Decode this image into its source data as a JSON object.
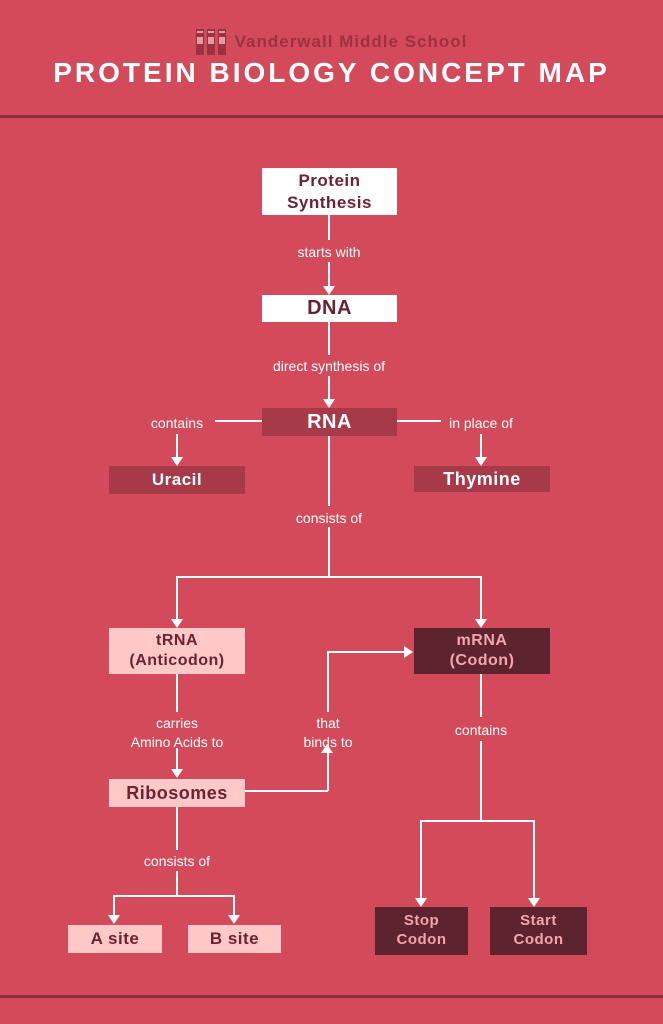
{
  "header": {
    "school_name": "Vanderwall Middle School",
    "title": "PROTEIN BIOLOGY CONCEPT MAP"
  },
  "colors": {
    "background": "#d34a5a",
    "divider": "#8e2e3d",
    "school_color": "#9d3140",
    "node_white_bg": "#ffffff",
    "node_mid_bg": "#a63a49",
    "node_dark_bg": "#5d2430",
    "node_pink_bg": "#ffc9c8",
    "text_maroon": "#6e2130",
    "text_pink": "#f2a6ab",
    "connector": "#ffffff"
  },
  "nodes": {
    "protein_synthesis": {
      "line1": "Protein",
      "line2": "Synthesis"
    },
    "dna": {
      "label": "DNA"
    },
    "rna": {
      "label": "RNA"
    },
    "uracil": {
      "label": "Uracil"
    },
    "thymine": {
      "label": "Thymine"
    },
    "trna": {
      "line1": "tRNA",
      "line2": "(Anticodon)"
    },
    "mrna": {
      "line1": "mRNA",
      "line2": "(Codon)"
    },
    "ribosomes": {
      "label": "Ribosomes"
    },
    "a_site": {
      "label": "A site"
    },
    "b_site": {
      "label": "B site"
    },
    "stop_codon": {
      "line1": "Stop",
      "line2": "Codon"
    },
    "start_codon": {
      "line1": "Start",
      "line2": "Codon"
    }
  },
  "edge_labels": {
    "starts_with": "starts with",
    "direct_synthesis": "direct synthesis of",
    "contains_left": "contains",
    "in_place_of": "in place of",
    "consists_of_top": "consists of",
    "carries_line1": "carries",
    "carries_line2": "Amino Acids to",
    "binds_line1": "that",
    "binds_line2": "binds to",
    "contains_right": "contains",
    "consists_of_bottom": "consists of"
  }
}
